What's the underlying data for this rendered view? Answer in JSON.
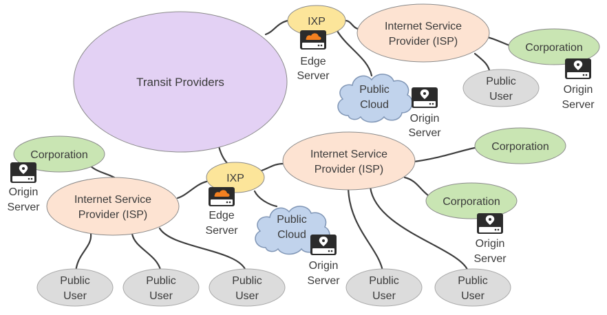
{
  "colors": {
    "transit": "#e3d1f4",
    "ixp": "#fce59a",
    "isp": "#fde3d2",
    "corporation": "#c9e5b3",
    "public_user": "#dcdcdc",
    "cloud": "#c1d3ec",
    "border": "#8a8a8a",
    "line": "#3d3d3d",
    "server_icon": "#2b2b2b",
    "cloudflare_orange": "#f38020"
  },
  "icons": {
    "edge_server": "cloudflare-server-icon",
    "origin_server": "location-pin-server-icon"
  },
  "labels": {
    "transit": "Transit Providers",
    "ixp": "IXP",
    "isp": [
      "Internet Service",
      "Provider (ISP)"
    ],
    "corporation": "Corporation",
    "public_user": [
      "Public",
      "User"
    ],
    "public_cloud": [
      "Public",
      "Cloud"
    ],
    "edge_server": [
      "Edge",
      "Server"
    ],
    "origin_server": [
      "Origin",
      "Server"
    ]
  }
}
